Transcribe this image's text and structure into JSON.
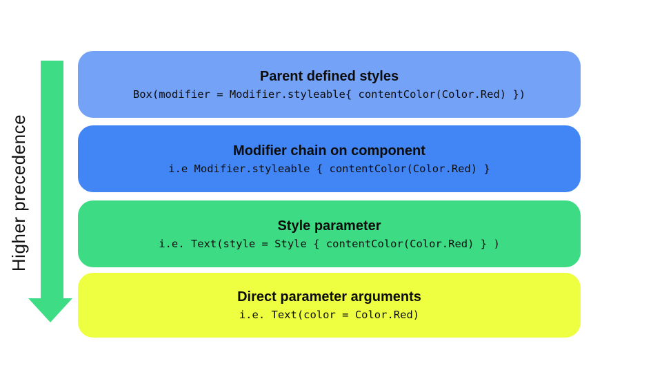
{
  "arrow": {
    "label": "Higher precedence",
    "color": "#3edc85",
    "direction": "down"
  },
  "boxes": [
    {
      "title": "Parent defined styles",
      "code": "Box(modifier = Modifier.styleable{ contentColor(Color.Red) })",
      "color": "#74a2f6"
    },
    {
      "title": "Modifier chain on component",
      "code": "i.e Modifier.styleable { contentColor(Color.Red) }",
      "color": "#4285f4"
    },
    {
      "title": "Style parameter",
      "code": "i.e. Text(style = Style { contentColor(Color.Red) } )",
      "color": "#3ddc84"
    },
    {
      "title": "Direct parameter arguments",
      "code": "i.e. Text(color = Color.Red)",
      "color": "#eeff41"
    }
  ]
}
